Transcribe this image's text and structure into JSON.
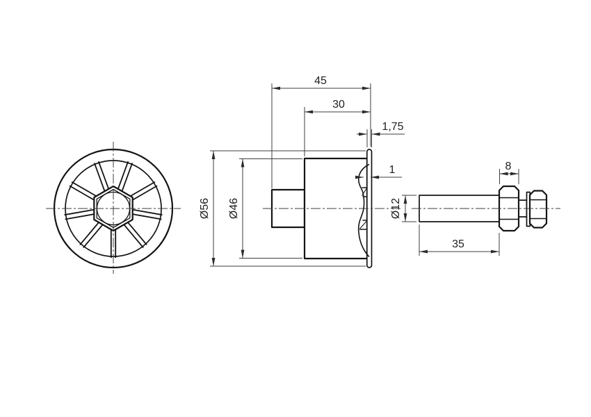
{
  "drawing": {
    "background": "#ffffff",
    "colors": {
      "outline": "#141414",
      "dimension": "#3d3d3d",
      "text": "#1f1f1f"
    },
    "views": {
      "front_view": "spoked pulley wheel with hex hub bore",
      "side_view": "cup-shaped pulley body with flange, partial break-out section",
      "shaft_view": "shaft with hex nut, thread stub, washer and end nut"
    },
    "dimensions": {
      "overall_length": "45",
      "body_length": "30",
      "flange_thickness": "1,75",
      "wall_thickness": "1",
      "flange_diameter": "Ø56",
      "body_diameter": "Ø46",
      "shaft_diameter": "Ø12",
      "nut_width": "8",
      "shaft_length": "35"
    }
  }
}
